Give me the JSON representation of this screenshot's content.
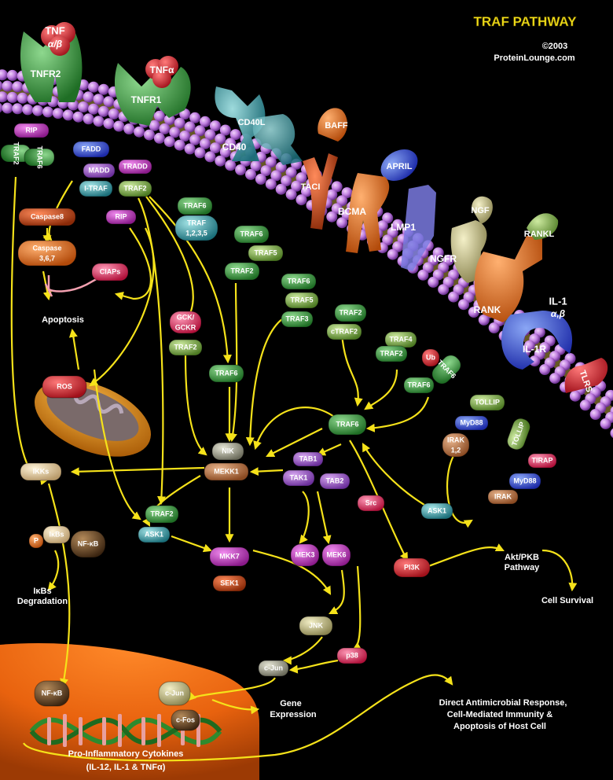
{
  "header": {
    "title": "TRAF PATHWAY",
    "copyright": "©2003",
    "site": "ProteinLounge.com"
  },
  "colors": {
    "background": "#000000",
    "membrane": "#c98be0",
    "arrow": "#f5e21a",
    "nucleus": "#e8620e",
    "title": "#f5e21a"
  },
  "receptors": {
    "tnfr2": "TNFR2",
    "tnf_ab_1": "TNF",
    "tnf_ab_2": "α/β",
    "tnfr1": "TNFR1",
    "tnf_a": "TNFα",
    "cd40l": "CD40L",
    "cd40": "CD40",
    "baff": "BAFF",
    "taci": "TACI",
    "april": "APRIL",
    "bcma": "BCMA",
    "lmp1": "LMP1",
    "ngf": "NGF",
    "ngfr": "NGFR",
    "rankl": "RANKL",
    "rank": "RANK",
    "il1_1": "IL-1",
    "il1_2": "α,β",
    "il1r": "IL-1R",
    "tlrs": "TLRS"
  },
  "nodes": {
    "rip1": "RIP",
    "traf2_a": "TRAF2",
    "traf6_a": "TRAF6",
    "fadd": "FADD",
    "madd": "MADD",
    "tradd": "TRADD",
    "itraf": "I-TRAF",
    "traf2_b": "TRAF2",
    "rip2": "RIP",
    "caspase8": "Caspase8",
    "caspase367_1": "Caspase",
    "caspase367_2": "3,6,7",
    "ciaps": "CIAPs",
    "traf6_b": "TRAF6",
    "traf1235_1": "TRAF",
    "traf1235_2": "1,2,3,5",
    "traf6_c": "TRAF6",
    "traf5_a": "TRAF5",
    "traf2_c": "TRAF2",
    "traf6_d": "TRAF6",
    "traf5_b": "TRAF5",
    "traf3": "TRAF3",
    "traf2_d": "TRAF2",
    "ctraf2": "cTRAF2",
    "traf4": "TRAF4",
    "traf2_e": "TRAF2",
    "ub": "Ub",
    "traf6_e": "TRAF6",
    "traf6_f": "TRAF6",
    "tollip_a": "TOLLIP",
    "myd88_a": "MyD88",
    "irak12_1": "IRAK",
    "irak12_2": "1,2",
    "tollip_b": "TOLLIP",
    "tirap": "TIRAP",
    "myd88_b": "MyD88",
    "irak": "IRAK",
    "gckr_1": "GCK/",
    "gckr_2": "GCKR",
    "traf2_f": "TRAF2",
    "traf6_g": "TRAF6",
    "ros": "ROS",
    "nik": "NIK",
    "mekk1": "MEKK1",
    "traf6_h": "TRAF6",
    "tab1": "TAB1",
    "tak1": "TAK1",
    "tab2": "TAB2",
    "src": "Src",
    "ask1_a": "ASK1",
    "ikks": "IKKs",
    "p": "P",
    "ikbs": "IκBs",
    "nfkb_a": "NF-κB",
    "traf2_g": "TRAF2",
    "ask1_b": "ASK1",
    "mkk7": "MKK7",
    "sek1": "SEK1",
    "mek3": "MEK3",
    "mek6": "MEK6",
    "pi3k": "PI3K",
    "jnk": "JNK",
    "p38": "p38",
    "cjun_a": "c-Jun",
    "nfkb_b": "NF-κB",
    "cjun_b": "c-Jun",
    "cfos": "c-Fos"
  },
  "outcomes": {
    "apoptosis": "Apoptosis",
    "ikbs_deg_1": "IκBs",
    "ikbs_deg_2": "Degradation",
    "akt_1": "Akt/PKB",
    "akt_2": "Pathway",
    "cell_survival": "Cell Survival",
    "gene_expr_1": "Gene",
    "gene_expr_2": "Expression",
    "direct_1": "Direct Antimicrobial Response,",
    "direct_2": "Cell-Mediated Immunity &",
    "direct_3": "Apoptosis of Host Cell",
    "cytokines_1": "Pro-Inflammatory Cytokines",
    "cytokines_2": "(IL-12, IL-1 & TNFα)"
  }
}
